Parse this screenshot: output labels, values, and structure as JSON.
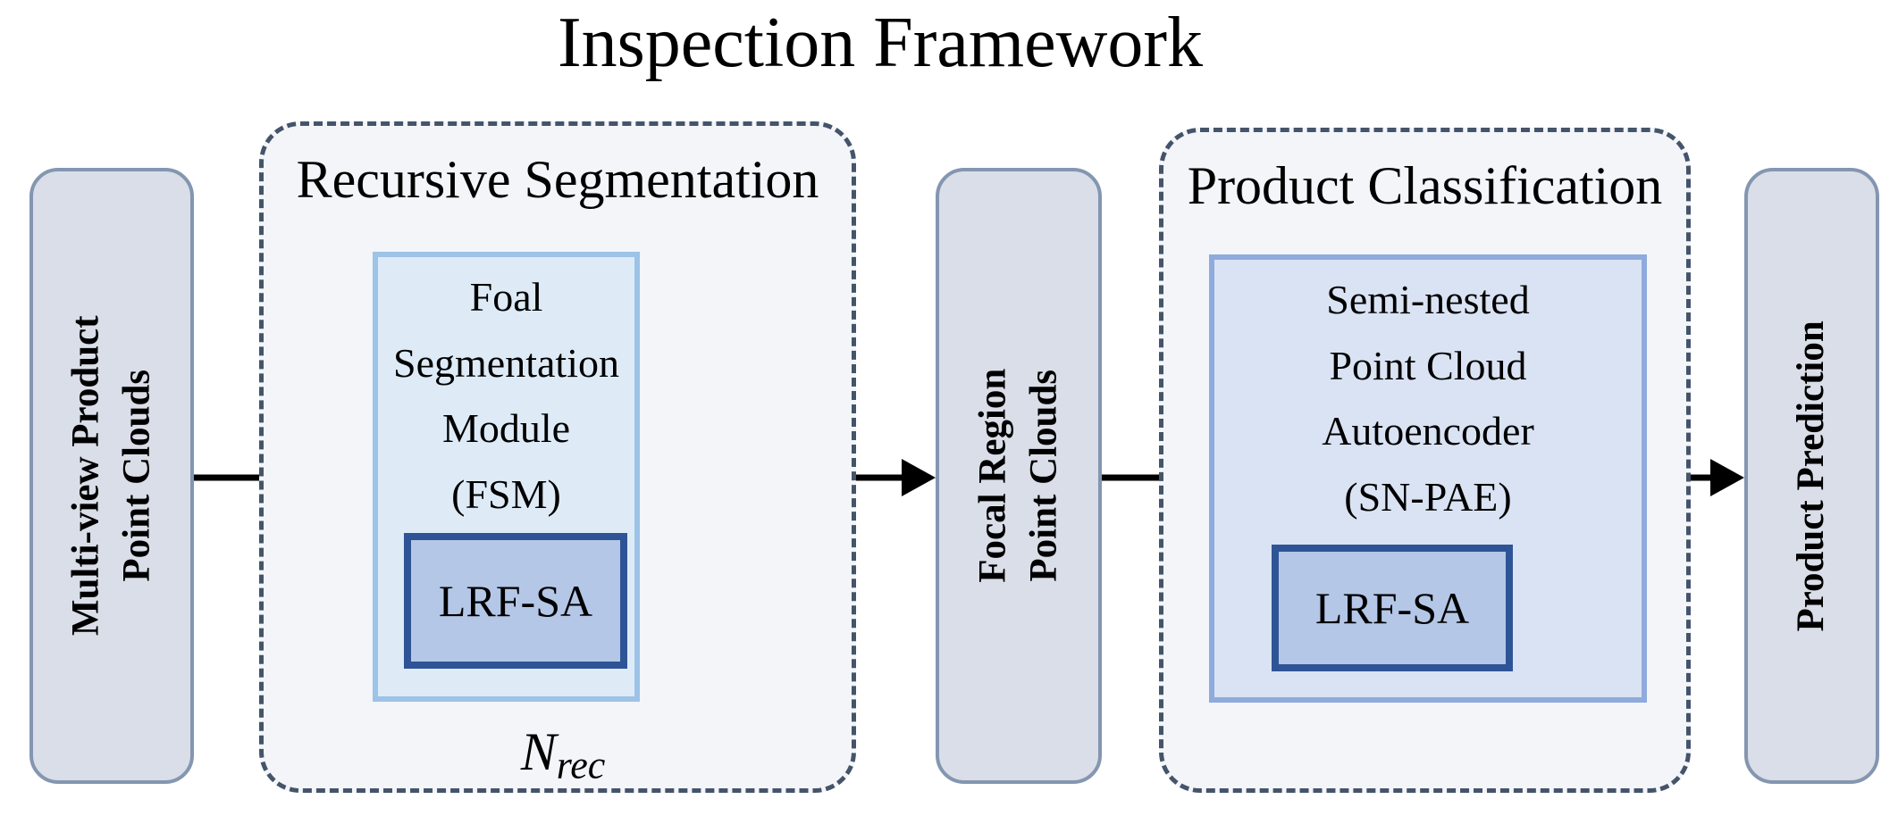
{
  "title": "Inspection Framework",
  "input_node": {
    "line1": "Multi-view Product",
    "line2": "Point Clouds"
  },
  "stage1": {
    "label": "Recursive Segmentation",
    "fsm": {
      "line1": "Foal",
      "line2": "Segmentation",
      "line3": "Module",
      "line4": "(FSM)",
      "submodule": "LRF-SA"
    },
    "loop_label": {
      "base": "N",
      "sub": "rec"
    }
  },
  "mid_node": {
    "line1": "Focal Region",
    "line2": "Point Clouds"
  },
  "stage2": {
    "label": "Product Classification",
    "snpae": {
      "line1": "Semi-nested",
      "line2": "Point Cloud",
      "line3": "Autoencoder",
      "line4": "(SN-PAE)",
      "submodule": "LRF-SA"
    }
  },
  "output_node": {
    "line1": "Product Prediction"
  },
  "colors": {
    "background": "#ffffff",
    "pill_fill": "#d9dee8",
    "pill_border": "#8496b0",
    "stage_fill": "#f3f5f9",
    "stage_border": "#44546a",
    "fsm_fill": "#deebf7",
    "fsm_border": "#9dc3e6",
    "snpae_fill": "#dae3f3",
    "snpae_border": "#8faadc",
    "lrf_fill": "#b4c7e7",
    "lrf_border": "#2f5496",
    "arrow": "#000000",
    "text": "#000000"
  }
}
